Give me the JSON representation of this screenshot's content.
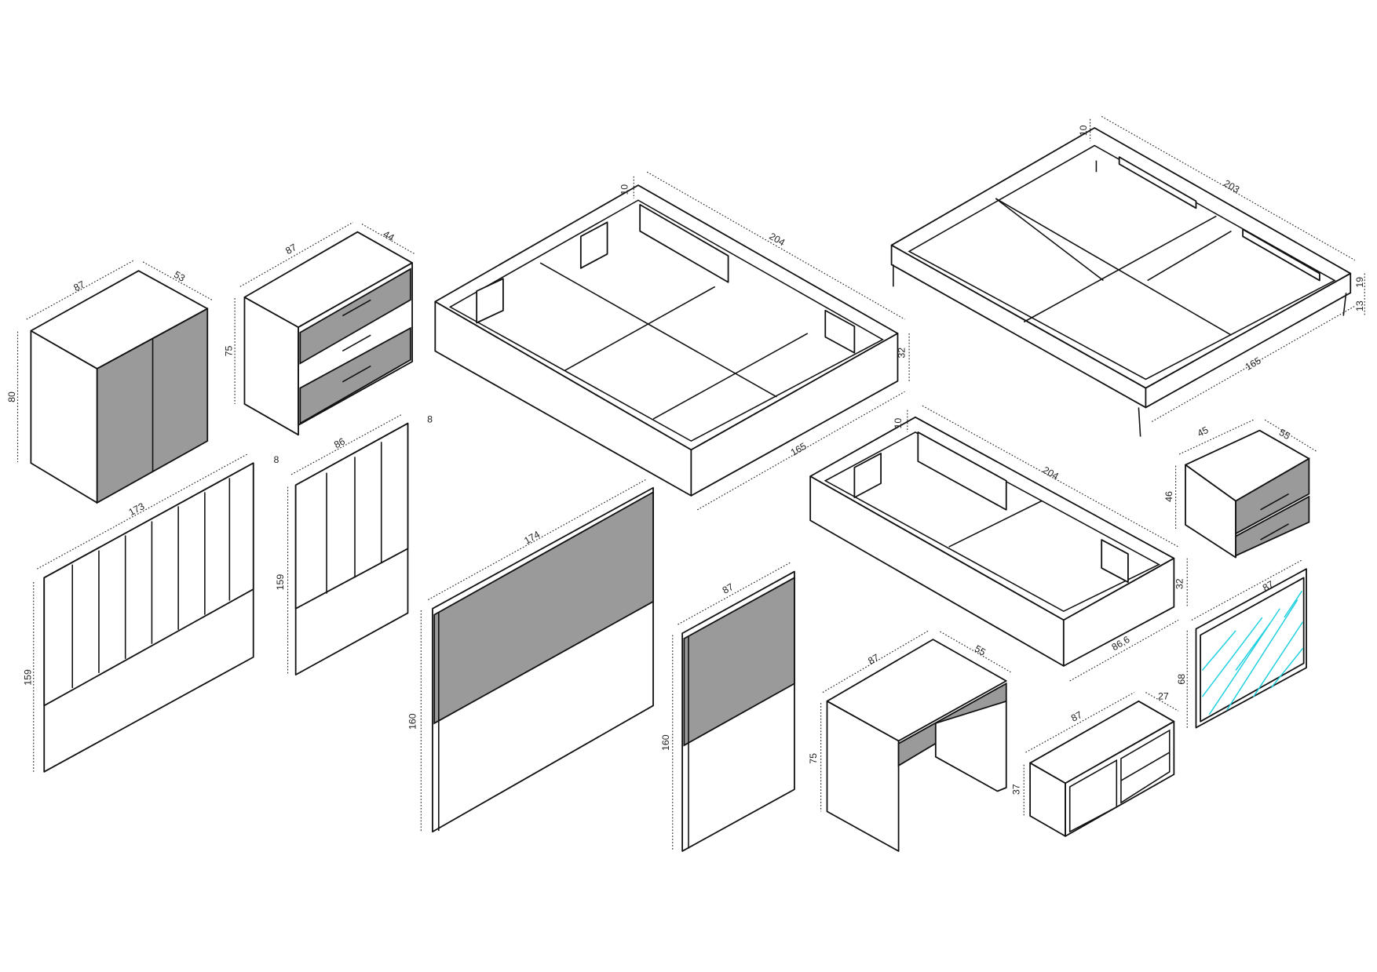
{
  "colors": {
    "panel": "#9a9a9a",
    "mirror": "#1fd0e0",
    "line": "#111111"
  },
  "wardrobe": {
    "width": "87",
    "depth": "53",
    "height": "80"
  },
  "chest": {
    "width": "87",
    "depth": "44",
    "height": "75"
  },
  "storage_bed_double": {
    "headboard": "10",
    "length": "204",
    "height": "32",
    "width": "165"
  },
  "bed_frame_legs": {
    "headboard": "10",
    "length": "203",
    "frame_height": "19",
    "leg_height": "13",
    "width": "165"
  },
  "headboard_vertical_wide": {
    "width": "173",
    "depth": "8",
    "height": "159"
  },
  "headboard_vertical_narrow": {
    "width": "86",
    "depth": "8",
    "height": "159"
  },
  "headboard_plain_wide": {
    "width": "174",
    "height": "160"
  },
  "headboard_plain_narrow": {
    "width": "87",
    "height": "160"
  },
  "storage_bed_single": {
    "headboard": "10",
    "length": "204",
    "height": "32",
    "width": "86,6"
  },
  "nightstand": {
    "width": "45",
    "depth": "55",
    "height": "46"
  },
  "mirror": {
    "width": "87",
    "height": "68"
  },
  "desk": {
    "width": "87",
    "depth": "55",
    "height": "75"
  },
  "shelf": {
    "width": "87",
    "depth": "27",
    "height": "37"
  }
}
